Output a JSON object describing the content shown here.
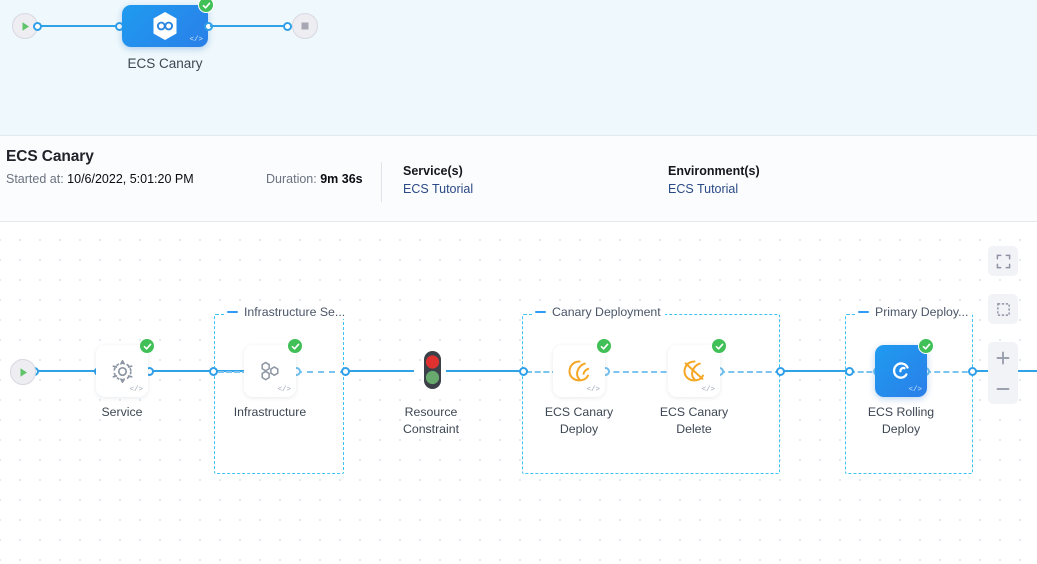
{
  "top_canvas": {
    "background": "#eff8fc",
    "stage": {
      "label": "ECS Canary",
      "icon": "pipeline-link-icon",
      "status": "success",
      "code_tag": "</>"
    },
    "start_node": {
      "icon": "play-icon"
    },
    "end_node": {
      "icon": "stop-icon"
    }
  },
  "info_bar": {
    "title": "ECS Canary",
    "started_label": "Started at",
    "started_value": "10/6/2022, 5:01:20 PM",
    "duration_label": "Duration",
    "duration_value": "9m 36s",
    "services": {
      "heading": "Service(s)",
      "value": "ECS Tutorial"
    },
    "environments": {
      "heading": "Environment(s)",
      "value": "ECS Tutorial"
    },
    "link_color": "#2b4a85"
  },
  "main_canvas": {
    "start_node": {
      "icon": "play-icon"
    },
    "groups": [
      {
        "id": "infrastructure-section",
        "label": "Infrastructure Se...",
        "toggle": "collapse-dash"
      },
      {
        "id": "canary-deployment",
        "label": "Canary Deployment",
        "toggle": "collapse-dash"
      },
      {
        "id": "primary-deployment",
        "label": "Primary Deploy...",
        "toggle": "collapse-dash"
      }
    ],
    "steps": [
      {
        "id": "service",
        "label": "Service",
        "icon": "gear-icon",
        "status": "success",
        "code_tag": "</>",
        "selected": false
      },
      {
        "id": "infrastructure",
        "label": "Infrastructure",
        "icon": "infrastructure-nodes-icon",
        "status": "success",
        "code_tag": "</>",
        "selected": false
      },
      {
        "id": "resource-constraint",
        "label": "Resource\nConstraint",
        "icon": "traffic-light-icon",
        "status": "none",
        "code_tag": "",
        "selected": false
      },
      {
        "id": "ecs-canary-deploy",
        "label": "ECS Canary\nDeploy",
        "icon": "canary-bird-icon",
        "status": "success",
        "code_tag": "</>",
        "selected": false
      },
      {
        "id": "ecs-canary-delete",
        "label": "ECS Canary\nDelete",
        "icon": "canary-bird-delete-icon",
        "status": "success",
        "code_tag": "</>",
        "selected": false
      },
      {
        "id": "ecs-rolling-deploy",
        "label": "ECS Rolling\nDeploy",
        "icon": "rolling-deploy-icon",
        "status": "success",
        "code_tag": "</>",
        "selected": true
      }
    ],
    "controls": [
      {
        "id": "fit-screen",
        "icon": "expand-fullscreen-icon"
      },
      {
        "id": "select-area",
        "icon": "dashed-square-select-icon"
      },
      {
        "id": "zoom-in",
        "icon": "plus-icon"
      },
      {
        "id": "zoom-out",
        "icon": "minus-icon"
      }
    ],
    "colors": {
      "edge": "#30a2e8",
      "group_border": "#3fc3f4",
      "success": "#40c057",
      "selected_node": "#1f9bf0"
    }
  }
}
